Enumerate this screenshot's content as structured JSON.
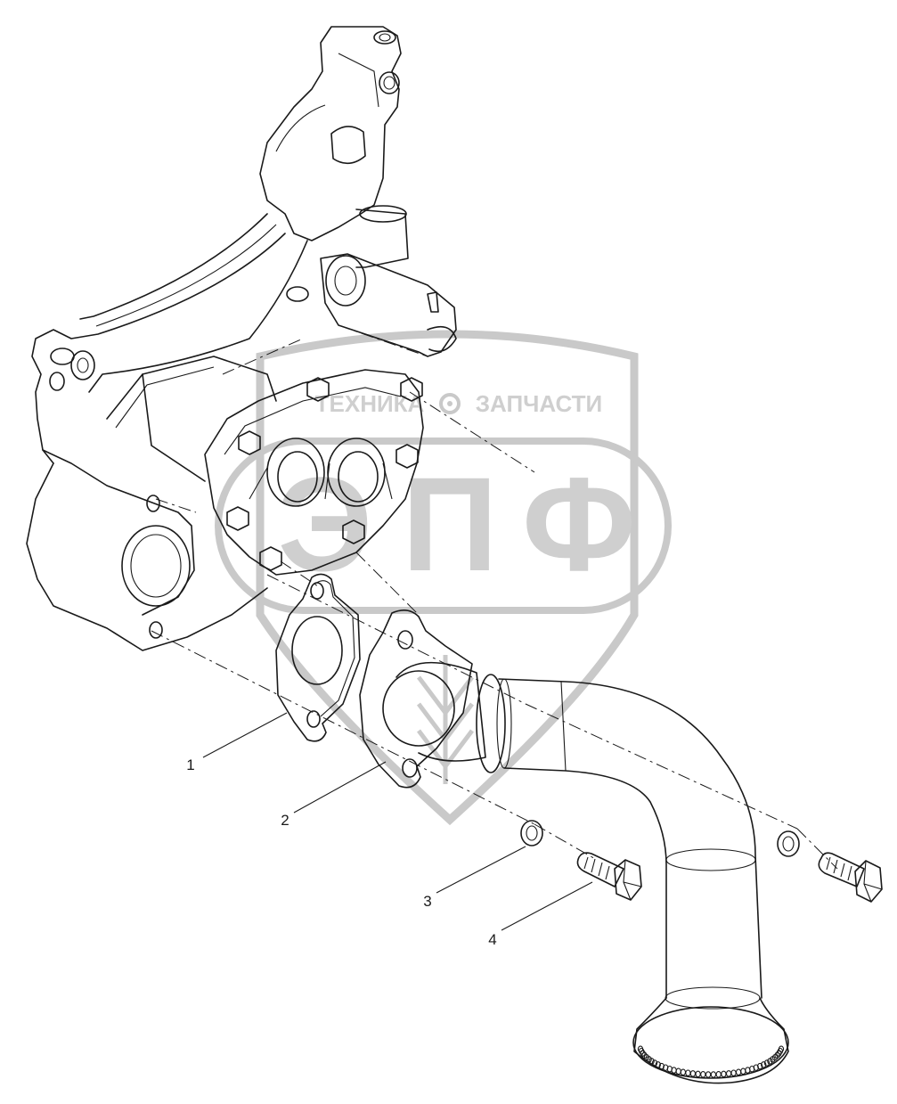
{
  "watermark": {
    "left_text": "ТЕХНИКА",
    "right_text": "ЗАПЧАСТИ",
    "letters": [
      "Э",
      "П",
      "Ф"
    ],
    "color": "#c9c9c9"
  },
  "callouts": [
    {
      "number": "1",
      "part": "gasket"
    },
    {
      "number": "2",
      "part": "oil-pickup-tube"
    },
    {
      "number": "3",
      "part": "washer"
    },
    {
      "number": "4",
      "part": "bolt"
    }
  ],
  "colors": {
    "line": "#1a1a1a",
    "background": "#ffffff"
  }
}
